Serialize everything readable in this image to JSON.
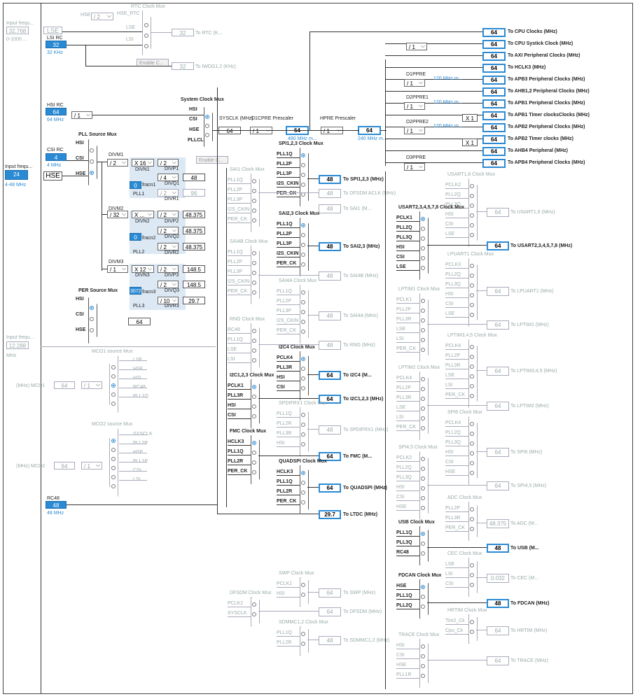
{
  "inputs": {
    "lse": {
      "label": "Input frequ...",
      "value": "32.768",
      "range": "0-1000 ...",
      "btn": "LSE"
    },
    "lsi": {
      "label": "LSI RC",
      "value": "32",
      "unit": "32 KHz"
    },
    "hsi": {
      "label": "HSI RC",
      "value": "64",
      "unit": "64 MHz"
    },
    "csi": {
      "label": "CSI RC",
      "value": "4",
      "unit": "4 MHz"
    },
    "hse": {
      "label": "Input frequ...",
      "value": "24",
      "range": "4-48 MHz",
      "btn": "HSE"
    },
    "ext": {
      "label": "Input frequ...",
      "value": "12.288",
      "unit": "MHz"
    },
    "rc48": {
      "label": "RC48",
      "value": "48",
      "unit": "48 MHz"
    }
  },
  "rtc": {
    "title": "RTC Clock Mux",
    "hse_div": "/ 2",
    "hse_label": "HSE",
    "hse_rtc": "HSE_RTC",
    "lse": "LSE",
    "lsi": "LSI",
    "out": "32",
    "out_label": "To RTC (K...",
    "enable": "Enable C...",
    "iwdg_out": "32",
    "iwdg_label": "To IWDG1,2 (KHz)"
  },
  "sysmux": {
    "title": "System Clock Mux",
    "hsi": "HSI",
    "csi": "CSI",
    "hse": "HSE",
    "pllclk": "PLLCLK",
    "enable": "Enable C...",
    "hsi_div": "/ 1"
  },
  "sysclk": {
    "label": "SYSCLK (MHz)",
    "value": "64",
    "d1cpre_label": "D1CPRE Prescaler",
    "d1cpre": "/ 1",
    "d1cpre_out": "64",
    "d1cpre_note": "480 MHz m...",
    "hpre_label": "HPRE Prescaler",
    "hpre": "/ 1",
    "hpre_out": "64",
    "hpre_note": "240 MHz m..."
  },
  "pll": {
    "source_title": "PLL Source Mux",
    "hsi": "HSI",
    "csi": "CSI",
    "hse": "HSE",
    "divm1": "DIVM1",
    "divm1_val": "/ 2",
    "divm2": "DIVM2",
    "divm2_val": "/ 32",
    "divm3": "DIVM3",
    "divm3_val": "/ 1",
    "divn1": "X 16",
    "divn1_label": "DIVN1",
    "divn2": "X ...",
    "divn2_label": "DIVN2",
    "divn3": "X 12",
    "divn3_label": "DIVN3",
    "fracn1": "0",
    "fracn1_label": "fracn1",
    "fracn2": "0",
    "fracn2_label": "fracn2",
    "fracn3": "3072",
    "fracn3_label": "fracn3",
    "pll1": "PLL1",
    "pll2": "PLL2",
    "pll3": "PLL3",
    "divp1": "/ 2",
    "divp1_label": "DIVP1",
    "divq1": "/ 4",
    "divq1_label": "DIVQ1",
    "divq1_out": "48",
    "divr1": "/ 2",
    "divr1_label": "DIVR1",
    "divr1_out": "96",
    "divp2": "/ 2",
    "divp2_label": "DIVP2",
    "divp2_out": "48.375",
    "divq2": "/ 2",
    "divq2_label": "DIVQ2",
    "divq2_out": "48.375",
    "divr2": "/ 2",
    "divr2_label": "DIVR2",
    "divr2_out": "48.375",
    "divp3": "/ 2",
    "divp3_label": "DIVP3",
    "divp3_out": "148.5",
    "divq3": "/ 2",
    "divq3_label": "DIVQ3",
    "divq3_out": "148.5",
    "divr3": "/ 10",
    "divr3_label": "DIVR3",
    "divr3_out": "29.7"
  },
  "per": {
    "title": "PER Source Mux",
    "hsi": "HSI",
    "csi": "CSI",
    "hse": "HSE",
    "out": "64"
  },
  "mco1": {
    "title": "MCO1 source Mux",
    "items": [
      "LSE",
      "HSE",
      "HSI",
      "RC48",
      "PLL1Q"
    ],
    "div": "/ 1",
    "out": "64",
    "label": "(MHz) MCO1"
  },
  "mco2": {
    "title": "MCO2 source Mux",
    "items": [
      "SYSCLK",
      "PLL2P",
      "HSE",
      "PLL1P",
      "CSI",
      "LSI"
    ],
    "div": "/ 1",
    "out": "64",
    "label": "(MHz) MCO2"
  },
  "right_outs": [
    {
      "value": "64",
      "label": "To CPU Clocks (MHz)"
    },
    {
      "value": "64",
      "label": "To CPU Systick Clock (MHz)"
    },
    {
      "value": "64",
      "label": "To AXI Peripheral Clocks (MHz)"
    },
    {
      "value": "64",
      "label": "To HCLK3 (MHz)"
    },
    {
      "value": "64",
      "label": "To APB3 Peripheral Clocks (MHz)"
    },
    {
      "value": "64",
      "label": "To AHB1,2 Peripheral Clocks (MHz)"
    },
    {
      "value": "64",
      "label": "To APB1 Peripheral Clocks (MHz)"
    },
    {
      "value": "64",
      "label": "To APB1 Timer clocksClocks (MHz)"
    },
    {
      "value": "64",
      "label": "To APB2 Peripheral Clocks (MHz)"
    },
    {
      "value": "64",
      "label": "To APB2 Timer clocks (MHz)"
    },
    {
      "value": "64",
      "label": "To AHB4 Peripheral (MHz)"
    },
    {
      "value": "64",
      "label": "To APB4 Peripheral Clocks (MHz)"
    }
  ],
  "prescalers": {
    "systick": "/ 1",
    "d1ppre": "D1PPRE",
    "d1ppre_val": "/ 1",
    "d1_note": "120 MHz m...",
    "d2ppre1": "D2PPRE1",
    "d2ppre1_val": "/ 1",
    "d2_note1": "120 MHz m...",
    "x1a": "X 1",
    "d2ppre2": "D2PPRE2",
    "d2ppre2_val": "/ 1",
    "d2_note2": "120 MHz m...",
    "x1b": "X 1",
    "d3ppre": "D3PPRE",
    "d3ppre_val": "/ 1"
  },
  "mid_muxes": [
    {
      "title": "SPI1,2,3 Clock Mux",
      "items": [
        "PLL1Q",
        "PLL2P",
        "PLL3P",
        "I2S_CKIN",
        "PER_CK"
      ],
      "out": "48",
      "label": "To SPI1,2,3 (MHz)",
      "active": true
    },
    {
      "title": "SAI1 Clock Mux",
      "items": [
        "PLL1Q",
        "PLL2P",
        "PLL3P",
        "I2S_CKIN",
        "PER_CK"
      ],
      "out": "48",
      "label": "To DFSDM ACLK (MHz)",
      "out2": "48",
      "label2": "To SAI1 (M...",
      "active": false
    },
    {
      "title": "SAI2,3 Clock Mux",
      "items": [
        "PLL1Q",
        "PLL2P",
        "PLL3P",
        "I2S_CKIN",
        "PER_CK"
      ],
      "out": "48",
      "label": "To SAI2,3 (MHz)",
      "active": true
    },
    {
      "title": "SAI4B Clock Mux",
      "items": [
        "PLL1Q",
        "PLL2P",
        "PLL3P",
        "I2S_CKIN",
        "PER_CK"
      ],
      "out": "48",
      "label": "To SAI4B (MHz)",
      "active": false
    },
    {
      "title": "SAI4A Clock Mux",
      "items": [
        "PLL1Q",
        "PLL2P",
        "PLL3P",
        "I2S_CKIN",
        "PER_CK"
      ],
      "out": "48",
      "label": "To SAI4A (MHz)",
      "active": false
    },
    {
      "title": "RNG Clock Mux",
      "items": [
        "RC48",
        "PLL1Q",
        "LSE",
        "LSI"
      ],
      "out": "48",
      "label": "To RNG (MHz)",
      "active": false
    },
    {
      "title": "I2C4 Clock Mux",
      "items": [
        "PCLK4",
        "PLL3R",
        "HSI",
        "CSI"
      ],
      "out": "64",
      "label": "To I2C4 (M...",
      "active": true
    },
    {
      "title": "I2C1,2,3 Clock Mux",
      "items": [
        "PCLK1",
        "PLL3R",
        "HSI",
        "CSI"
      ],
      "out": "64",
      "label": "To I2C1,2,3 (MHz)",
      "active": true
    },
    {
      "title": "SPDIFRX1 Clock Mux",
      "items": [
        "PLL1Q",
        "PLL2R",
        "PLL3R",
        "HSI"
      ],
      "out": "48",
      "label": "To SPDIFRX1 (MHz)",
      "active": false
    },
    {
      "title": "FMC Clock Mux",
      "items": [
        "HCLK3",
        "PLL1Q",
        "PLL2R",
        "PER_CK"
      ],
      "out": "64",
      "label": "To FMC (M...",
      "active": true
    },
    {
      "title": "QUADSPI Clock Mux",
      "items": [
        "HCLK3",
        "PLL1Q",
        "PLL2R",
        "PER_CK"
      ],
      "out": "64",
      "label": "To QUADSPI (MHz)",
      "active": true
    },
    {
      "title": "",
      "items": [],
      "out": "29.7",
      "label": "To LTDC (MHz)",
      "active": true
    },
    {
      "title": "SWP Clock Mux",
      "items": [
        "PCLK1",
        "HSI"
      ],
      "out": "64",
      "label": "To SWP (MHz)",
      "active": false
    },
    {
      "title": "DFSDM Clock Mux",
      "items": [
        "PCLK2",
        "SYSCLK"
      ],
      "out": "64",
      "label": "To DFSDM (MHz)",
      "active": false
    },
    {
      "title": "SDMMC1,2 Clock Mux",
      "items": [
        "PLL1Q",
        "PLL2R"
      ],
      "out": "48",
      "label": "To SDMMC1,2 (MHz)",
      "active": false
    }
  ],
  "right_muxes": [
    {
      "title": "USART1,6 Clock Mux",
      "items": [
        "PCLK2",
        "PLL2Q",
        "PLL3Q",
        "HSI",
        "CSI",
        "LSE"
      ],
      "out": "64",
      "label": "To USART1,6 (MHz)",
      "active": false
    },
    {
      "title": "USART2,3,4,5,7,8 Clock Mux",
      "items": [
        "PCLK1",
        "PLL2Q",
        "PLL3Q",
        "HSI",
        "CSI",
        "LSE"
      ],
      "out": "64",
      "label": "To USART2,3,4,5,7,8 (MHz)",
      "active": true
    },
    {
      "title": "LPUART1 Clock Mux",
      "items": [
        "PCLK3",
        "PLL2Q",
        "PLL3Q",
        "HSI",
        "CSI",
        "LSE"
      ],
      "out": "64",
      "label": "To LPUART1 (MHz)",
      "active": false
    },
    {
      "title": "LPTIM1 Clock Mux",
      "items": [
        "PCLK1",
        "PLL2P",
        "PLL3R",
        "LSE",
        "LSI",
        "PER_CK"
      ],
      "out": "64",
      "label": "To LPTIM1 (MHz)",
      "active": false
    },
    {
      "title": "LPTIM3,4,5 Clock Mux",
      "items": [
        "PCLK4",
        "PLL2P",
        "PLL3R",
        "LSE",
        "LSI",
        "PER_CK"
      ],
      "out": "64",
      "label": "To LPTIM3,4,5 (MHz)",
      "active": false
    },
    {
      "title": "LPTIM2 Clock Mux",
      "items": [
        "PCLK4",
        "PLL2P",
        "PLL3R",
        "LSE",
        "LSI",
        "PER_CK"
      ],
      "out": "64",
      "label": "To LPTIM2 (MHz)",
      "active": false
    },
    {
      "title": "SPI6 Clock Mux",
      "items": [
        "PCLK4",
        "PLL2Q",
        "PLL3Q",
        "HSI",
        "CSI",
        "HSE"
      ],
      "out": "64",
      "label": "To SPI6 (MHz)",
      "active": false
    },
    {
      "title": "SPI4,5 Clock Mux",
      "items": [
        "PCLK2",
        "PLL2Q",
        "PLL3Q",
        "HSI",
        "CSI",
        "HSE"
      ],
      "out": "64",
      "label": "To SPI4,5 (MHz)",
      "active": false
    },
    {
      "title": "ADC Clock Mux",
      "items": [
        "PLL2P",
        "PLL3R",
        "PER_CK"
      ],
      "out": "48.375",
      "label": "To ADC (M...",
      "active": false
    },
    {
      "title": "USB Clock Mux",
      "items": [
        "PLL1Q",
        "PLL3Q",
        "RC48"
      ],
      "out": "48",
      "label": "To USB (M...",
      "active": true
    },
    {
      "title": "CEC Clock Mux",
      "items": [
        "LSE",
        "LSI",
        "CSI"
      ],
      "out": "0.032",
      "label": "To CEC (M...",
      "active": false
    },
    {
      "title": "FDCAN Clock Mux",
      "items": [
        "HSE",
        "PLL1Q",
        "PLL2Q"
      ],
      "out": "48",
      "label": "To FDCAN (MHz)",
      "active": true
    },
    {
      "title": "HRTIM Clock Mux",
      "items": [
        "Tim2_Ck",
        "Cpu_Ck"
      ],
      "out": "64",
      "label": "To HRTIM (MHz)",
      "active": false
    },
    {
      "title": "TRACE Clock Mux",
      "items": [
        "HSI",
        "CSI",
        "HSE",
        "PLL1R"
      ],
      "out": "64",
      "label": "To TRACE (MHz)",
      "active": false
    }
  ]
}
